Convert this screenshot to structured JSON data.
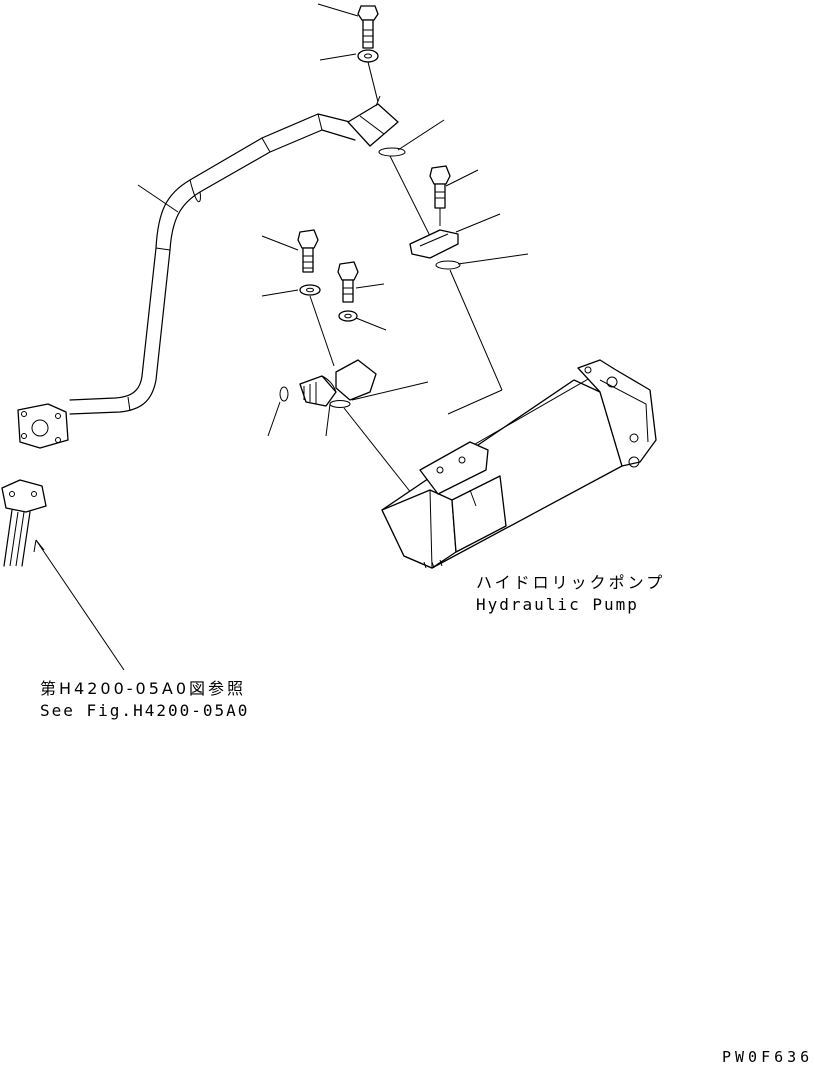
{
  "labels": {
    "pump_jp": "ハイドロリックポンプ",
    "pump_en": "Hydraulic Pump",
    "ref_jp": "第H4200-05A0図参照",
    "ref_en": "See Fig.H4200-05A0",
    "drawing_code": "PW0F636"
  }
}
